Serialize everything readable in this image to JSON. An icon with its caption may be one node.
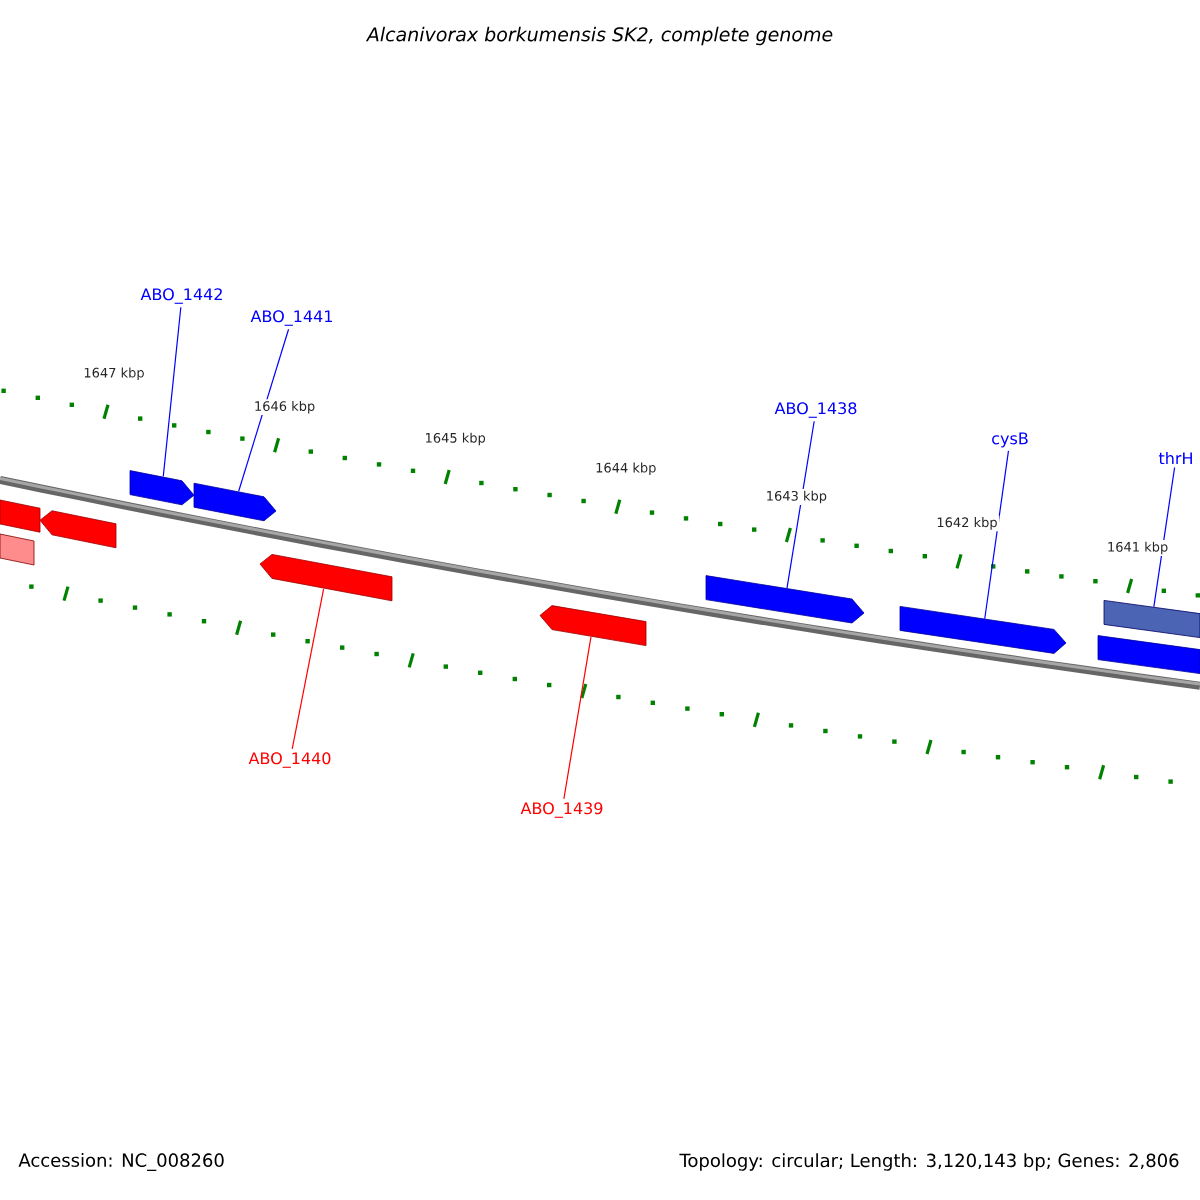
{
  "diagram": {
    "title": "Alcanivorax borkumensis SK2, complete genome",
    "nodes": [
      {
        "text": [
          "ABO_1442"
        ]
      },
      {
        "text": [
          "ABO_1441"
        ]
      },
      {
        "text": [
          "ABO_1438"
        ]
      },
      {
        "text": [
          "cysB"
        ]
      },
      {
        "text": [
          "thrH"
        ]
      },
      {
        "text": [
          "ABO_1440"
        ]
      },
      {
        "text": [
          "ABO_1439"
        ]
      },
      {
        "text": [],
        "shape": "bar"
      },
      {
        "text": [],
        "shape": "bar"
      },
      {
        "text": [],
        "shape": "bar"
      },
      {
        "text": [],
        "shape": "bar"
      },
      {
        "text": [],
        "shape": "bar"
      },
      {
        "text": [],
        "shape": "bar"
      },
      {
        "text": [],
        "shape": "bar"
      },
      {
        "text": [],
        "shape": "bar"
      },
      {
        "text": [],
        "shape": "bar"
      },
      {
        "text": [],
        "shape": "bar"
      },
      {
        "text": [],
        "shape": "bar"
      }
    ],
    "edges": [
      {
        "from": 0,
        "to": 10,
        "arrow": "none"
      },
      {
        "from": 1,
        "to": 11,
        "arrow": "none"
      },
      {
        "from": 2,
        "to": 14,
        "arrow": "none"
      },
      {
        "from": 3,
        "to": 15,
        "arrow": "none"
      },
      {
        "from": 4,
        "to": 17,
        "arrow": "none"
      },
      {
        "from": 5,
        "to": 12,
        "arrow": "none",
        "color": "#ff0000"
      },
      {
        "from": 6,
        "to": 13,
        "arrow": "none",
        "color": "#ff0000"
      }
    ],
    "labels": [
      "1647 kbp",
      "1646 kbp",
      "1645 kbp",
      "1644 kbp",
      "1643 kbp",
      "1642 kbp",
      "1641 kbp",
      "Accession: NC_008260",
      "Topology: circular; Length: 3,120,143 bp; Genes: 2,806"
    ]
  }
}
